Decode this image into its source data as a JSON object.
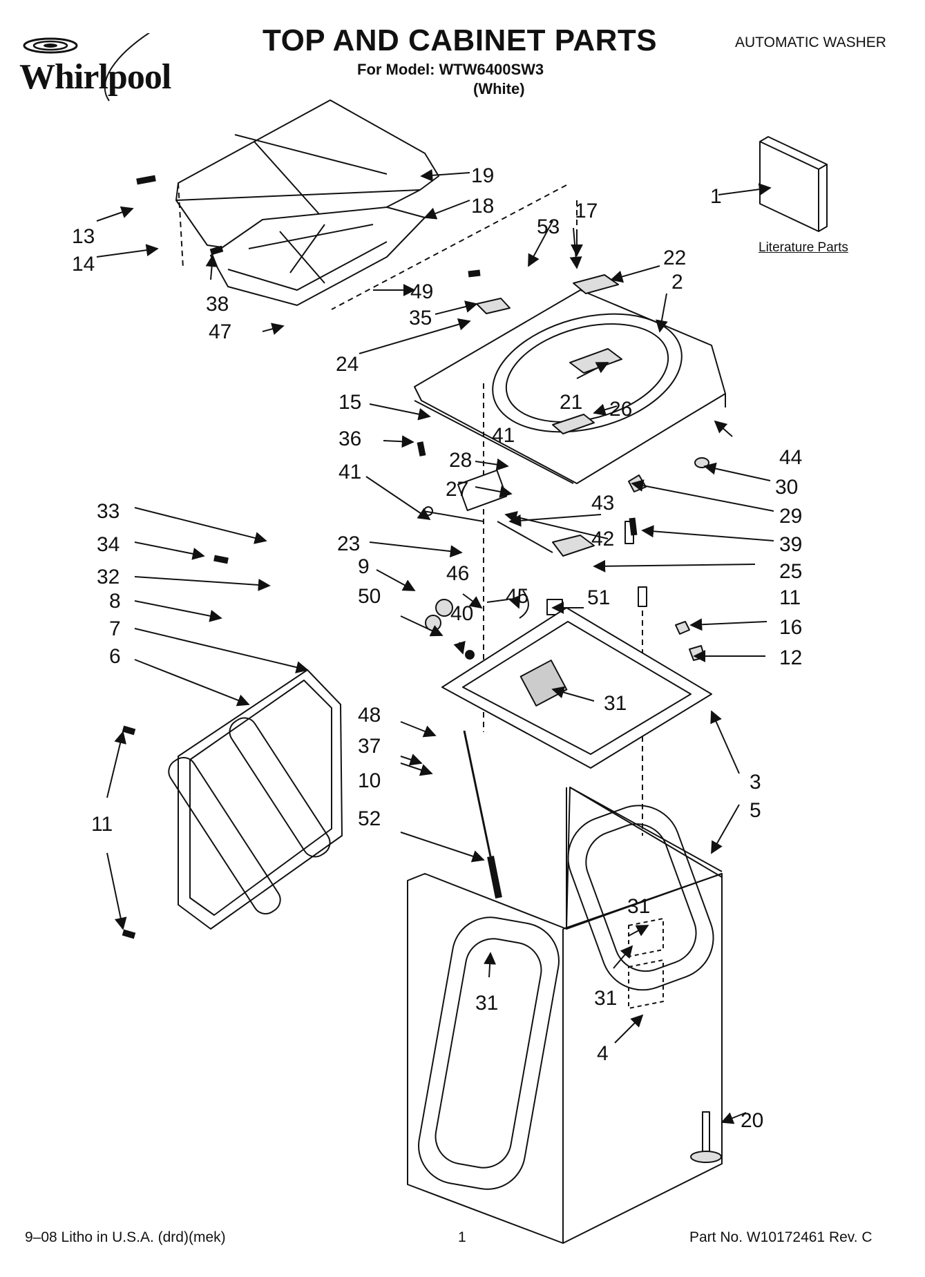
{
  "brand": {
    "name": "Whirlpool"
  },
  "header": {
    "title": "TOP AND CABINET PARTS",
    "model_line": "For Model: WTW6400SW3",
    "color_line": "(White)",
    "category": "AUTOMATIC WASHER"
  },
  "literature_label": "Literature Parts",
  "footer": {
    "litho": "9–08 Litho in U.S.A. (drd)(mek)",
    "page_number": "1",
    "part_number": "Part No. W10172461 Rev. C"
  },
  "callouts": [
    {
      "id": "c1",
      "text": "1"
    },
    {
      "id": "c2",
      "text": "2"
    },
    {
      "id": "c3",
      "text": "3"
    },
    {
      "id": "c4",
      "text": "4"
    },
    {
      "id": "c5",
      "text": "5"
    },
    {
      "id": "c6",
      "text": "6"
    },
    {
      "id": "c7",
      "text": "7"
    },
    {
      "id": "c8",
      "text": "8"
    },
    {
      "id": "c9",
      "text": "9"
    },
    {
      "id": "c10",
      "text": "10"
    },
    {
      "id": "c11a",
      "text": "11"
    },
    {
      "id": "c11b",
      "text": "11"
    },
    {
      "id": "c12",
      "text": "12"
    },
    {
      "id": "c13",
      "text": "13"
    },
    {
      "id": "c14",
      "text": "14"
    },
    {
      "id": "c15",
      "text": "15"
    },
    {
      "id": "c16",
      "text": "16"
    },
    {
      "id": "c17",
      "text": "17"
    },
    {
      "id": "c18",
      "text": "18"
    },
    {
      "id": "c19",
      "text": "19"
    },
    {
      "id": "c20",
      "text": "20"
    },
    {
      "id": "c21",
      "text": "21"
    },
    {
      "id": "c22",
      "text": "22"
    },
    {
      "id": "c23",
      "text": "23"
    },
    {
      "id": "c24",
      "text": "24"
    },
    {
      "id": "c25",
      "text": "25"
    },
    {
      "id": "c26",
      "text": "26"
    },
    {
      "id": "c27",
      "text": "27"
    },
    {
      "id": "c28",
      "text": "28"
    },
    {
      "id": "c29",
      "text": "29"
    },
    {
      "id": "c30",
      "text": "30"
    },
    {
      "id": "c31a",
      "text": "31"
    },
    {
      "id": "c31b",
      "text": "31"
    },
    {
      "id": "c31c",
      "text": "31"
    },
    {
      "id": "c31d",
      "text": "31"
    },
    {
      "id": "c32",
      "text": "32"
    },
    {
      "id": "c33",
      "text": "33"
    },
    {
      "id": "c34",
      "text": "34"
    },
    {
      "id": "c35",
      "text": "35"
    },
    {
      "id": "c36",
      "text": "36"
    },
    {
      "id": "c37",
      "text": "37"
    },
    {
      "id": "c38",
      "text": "38"
    },
    {
      "id": "c39",
      "text": "39"
    },
    {
      "id": "c40",
      "text": "40"
    },
    {
      "id": "c41a",
      "text": "41"
    },
    {
      "id": "c41b",
      "text": "41"
    },
    {
      "id": "c42",
      "text": "42"
    },
    {
      "id": "c43",
      "text": "43"
    },
    {
      "id": "c44",
      "text": "44"
    },
    {
      "id": "c45",
      "text": "45"
    },
    {
      "id": "c46",
      "text": "46"
    },
    {
      "id": "c47",
      "text": "47"
    },
    {
      "id": "c48",
      "text": "48"
    },
    {
      "id": "c49",
      "text": "49"
    },
    {
      "id": "c50",
      "text": "50"
    },
    {
      "id": "c51",
      "text": "51"
    },
    {
      "id": "c52",
      "text": "52"
    },
    {
      "id": "c53",
      "text": "53"
    }
  ]
}
